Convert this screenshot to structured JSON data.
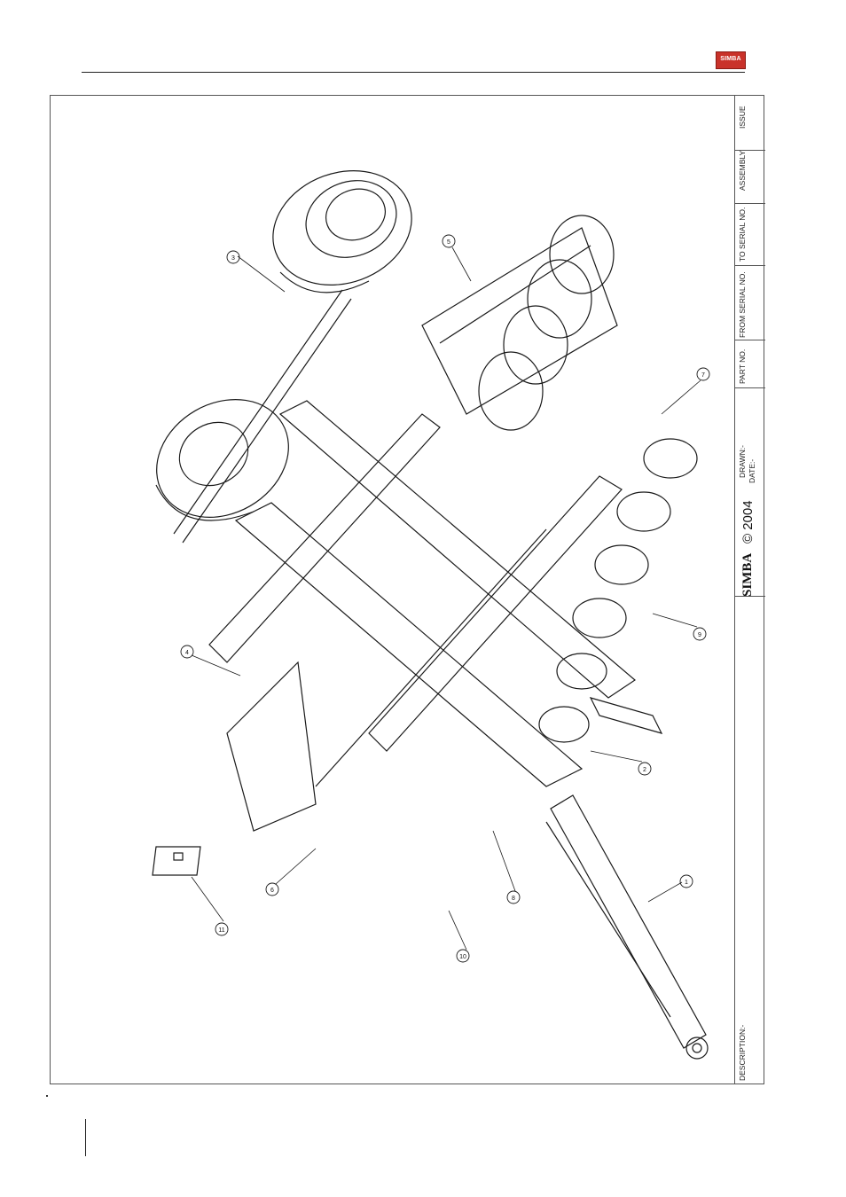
{
  "header": {
    "logo_text": "SIMBA"
  },
  "title_block": {
    "fields": [
      {
        "key": "issue",
        "label": "ISSUE"
      },
      {
        "key": "assembly",
        "label": "ASSEMBLY"
      },
      {
        "key": "to_serial",
        "label": "TO SERIAL NO."
      },
      {
        "key": "from_serial",
        "label": "FROM SERIAL NO."
      },
      {
        "key": "part_no",
        "label": "PART NO."
      },
      {
        "key": "drawn",
        "label": "DRAWN:-"
      },
      {
        "key": "date",
        "label": "DATE:-"
      },
      {
        "key": "description",
        "label": "DESCRIPTION:-"
      }
    ],
    "brand": "SIMBA",
    "copyright": "© 2004"
  },
  "callouts": [
    "1",
    "2",
    "3",
    "4",
    "5",
    "6",
    "7",
    "8",
    "9",
    "10",
    "11"
  ],
  "colors": {
    "line": "#1a1a1a",
    "logo_red": "#c9322a"
  }
}
